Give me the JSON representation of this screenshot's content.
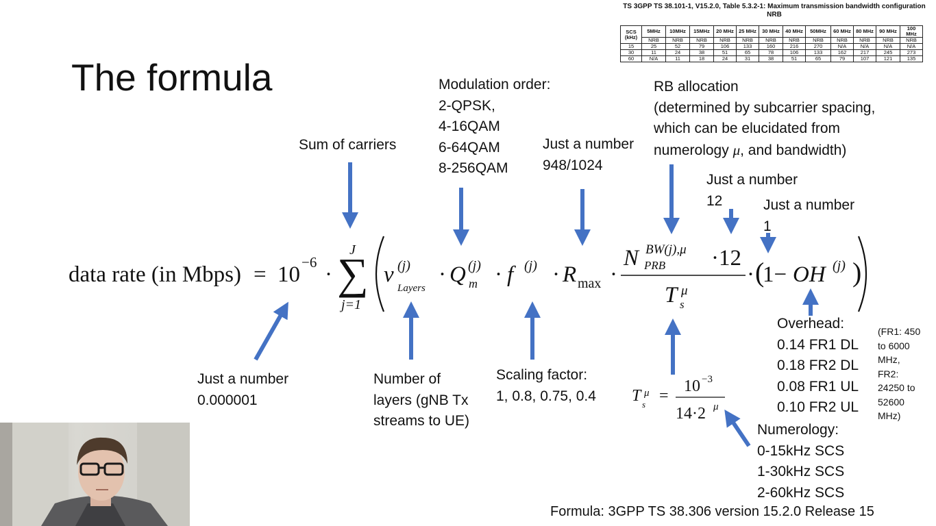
{
  "title": "The formula",
  "table": {
    "caption_line1": "TS 3GPP TS 38.101-1, V15.2.0, Table 5.3.2-1: Maximum transmission bandwidth configuration",
    "caption_line2": "NRB",
    "scs_header_line1": "SCS",
    "scs_header_line2": "(kHz)",
    "bandwidths": [
      "5MHz",
      "10MHz",
      "15MHz",
      "20 MHz",
      "25 MHz",
      "30 MHz",
      "40 MHz",
      "50MHz",
      "60 MHz",
      "80 MHz",
      "90 MHz",
      "100 MHz"
    ],
    "subheader": "NRB",
    "rows": [
      {
        "scs": "15",
        "values": [
          "25",
          "52",
          "79",
          "106",
          "133",
          "160",
          "216",
          "270",
          "N/A",
          "N/A",
          "N/A",
          "N/A"
        ]
      },
      {
        "scs": "30",
        "values": [
          "11",
          "24",
          "38",
          "51",
          "65",
          "78",
          "106",
          "133",
          "162",
          "217",
          "245",
          "273"
        ]
      },
      {
        "scs": "60",
        "values": [
          "N/A",
          "11",
          "18",
          "24",
          "31",
          "38",
          "51",
          "65",
          "79",
          "107",
          "121",
          "135"
        ]
      }
    ]
  },
  "annotations": {
    "sum_carriers": "Sum of carriers",
    "modulation": [
      "Modulation order:",
      "2-QPSK,",
      "4-16QAM",
      "6-64QAM",
      "8-256QAM"
    ],
    "rmax": [
      "Just a number",
      "948/1024"
    ],
    "rb_alloc": [
      "RB allocation",
      "(determined by subcarrier spacing,",
      "which can be elucidated from",
      "numerology",
      "μ",
      ", and bandwidth)"
    ],
    "twelve": [
      "Just a number",
      "12"
    ],
    "one": [
      "Just a number",
      "1"
    ],
    "ten_minus6": [
      "Just a number",
      "0.000001"
    ],
    "layers": [
      "Number of",
      "layers (gNB Tx",
      "streams to UE)"
    ],
    "scaling": [
      "Scaling factor:",
      "1, 0.8, 0.75, 0.4"
    ],
    "overhead": [
      "Overhead:",
      "0.14 FR1 DL",
      "0.18 FR2 DL",
      "0.08 FR1 UL",
      "0.10 FR2 UL"
    ],
    "fr_note": [
      "(FR1: 450",
      "to 6000",
      "MHz,",
      "FR2:",
      "24250 to",
      "52600",
      "MHz)"
    ],
    "numerology": [
      "Numerology:",
      "0-15kHz SCS",
      "1-30kHz SCS",
      "2-60kHz SCS"
    ],
    "footer": "Formula: 3GPP TS 38.306 version 15.2.0 Release 15"
  },
  "formula": {
    "lhs": "data rate (in Mbps)",
    "eq": "=",
    "ten": "10",
    "exp": "−6",
    "dot": "·",
    "sum_top": "J",
    "sum_bottom": "j=1",
    "v": "v",
    "v_sup": "(j)",
    "v_sub": "Layers",
    "q": "Q",
    "q_sup": "(j)",
    "q_sub": "m",
    "f": "f",
    "f_sup": "(j)",
    "r": "R",
    "r_sub": "max",
    "n": "N",
    "n_sup": "BW(j),μ",
    "n_sub": "PRB",
    "twelve": "·12",
    "t": "T",
    "t_sup": "μ",
    "t_sub": "s",
    "one_minus": "1−",
    "oh": "OH",
    "oh_sup": "(j)"
  },
  "ts_formula": {
    "t": "T",
    "t_sup": "μ",
    "t_sub": "s",
    "eq": "=",
    "num": "10",
    "num_sup": "−3",
    "den": "14·2",
    "den_sup": "μ"
  },
  "colors": {
    "arrow": "#4472C4",
    "text": "#111111"
  }
}
